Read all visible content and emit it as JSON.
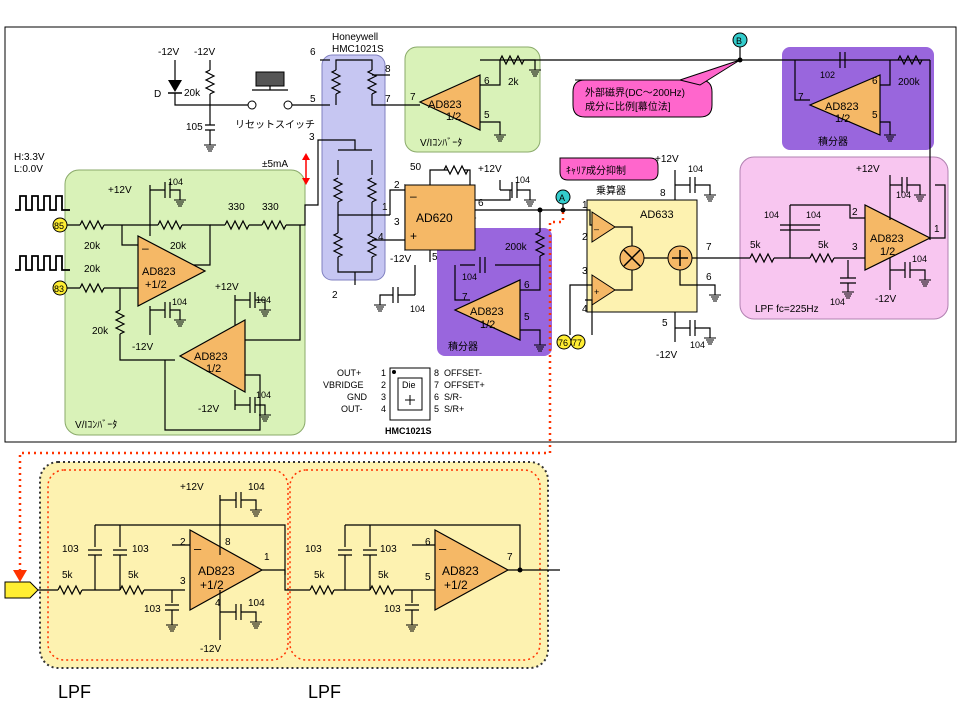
{
  "sensor": {
    "vendor": "Honeywell",
    "model": "HMC1021S",
    "caption": "HMC1021S",
    "die_label": "Die",
    "pins": [
      {
        "num": "1",
        "name": "OUT+"
      },
      {
        "num": "2",
        "name": "VBRIDGE"
      },
      {
        "num": "3",
        "name": "GND"
      },
      {
        "num": "4",
        "name": "OUT-"
      },
      {
        "num": "8",
        "name": "OFFSET-"
      },
      {
        "num": "7",
        "name": "OFFSET+"
      },
      {
        "num": "6",
        "name": "S/R-"
      },
      {
        "num": "5",
        "name": "S/R+"
      }
    ]
  },
  "blocks": {
    "vi_converter": "V/Iｺﾝﾊﾞｰﾀ",
    "integrator": "積分器",
    "multiplier": "乗算器",
    "lpf_main": "LPF fc=225Hz",
    "lpf": "LPF"
  },
  "callouts": {
    "external_field": "外部磁界(DC～200Hz)",
    "proportional": "成分に比例[幕位法]",
    "carrier_suppression": "ｷｬﾘｱ成分抑制"
  },
  "ics": {
    "ad823": "AD823",
    "half": "1/2",
    "half_plus": "+1/2",
    "ad620": "AD620",
    "ad633": "AD633"
  },
  "signals": {
    "high": "H:3.3V",
    "low": "L:0.0V",
    "current": "±5mA",
    "D": "D",
    "reset_switch": "リセットスイッチ"
  },
  "supplies": {
    "pos": "+12V",
    "neg": "-12V"
  },
  "components": {
    "r20k": "20k",
    "r330": "330",
    "r2k": "2k",
    "r200k": "200k",
    "r5k": "5k",
    "r50": "50",
    "c104": "104",
    "c105": "105",
    "c102": "102",
    "c103": "103"
  },
  "markers": {
    "A": "A",
    "B": "B",
    "n85": "85",
    "n83": "83",
    "n76": "76",
    "n77": "77"
  },
  "pin_numbers": [
    "1",
    "2",
    "3",
    "4",
    "5",
    "6",
    "7",
    "8"
  ],
  "colors": {
    "green_block": "#d9f2b8",
    "purple_block": "#9966dd",
    "pink_block": "#f8c6f0",
    "yellow_block": "#fdf2b0",
    "sensor_block": "#c6c6f2",
    "amp_fill": "#f5b866",
    "callout_pink": "#ff66cc",
    "marker_cyan": "#33cccc",
    "marker_yellow": "#ffee33",
    "dotted_red": "#ff3300"
  }
}
